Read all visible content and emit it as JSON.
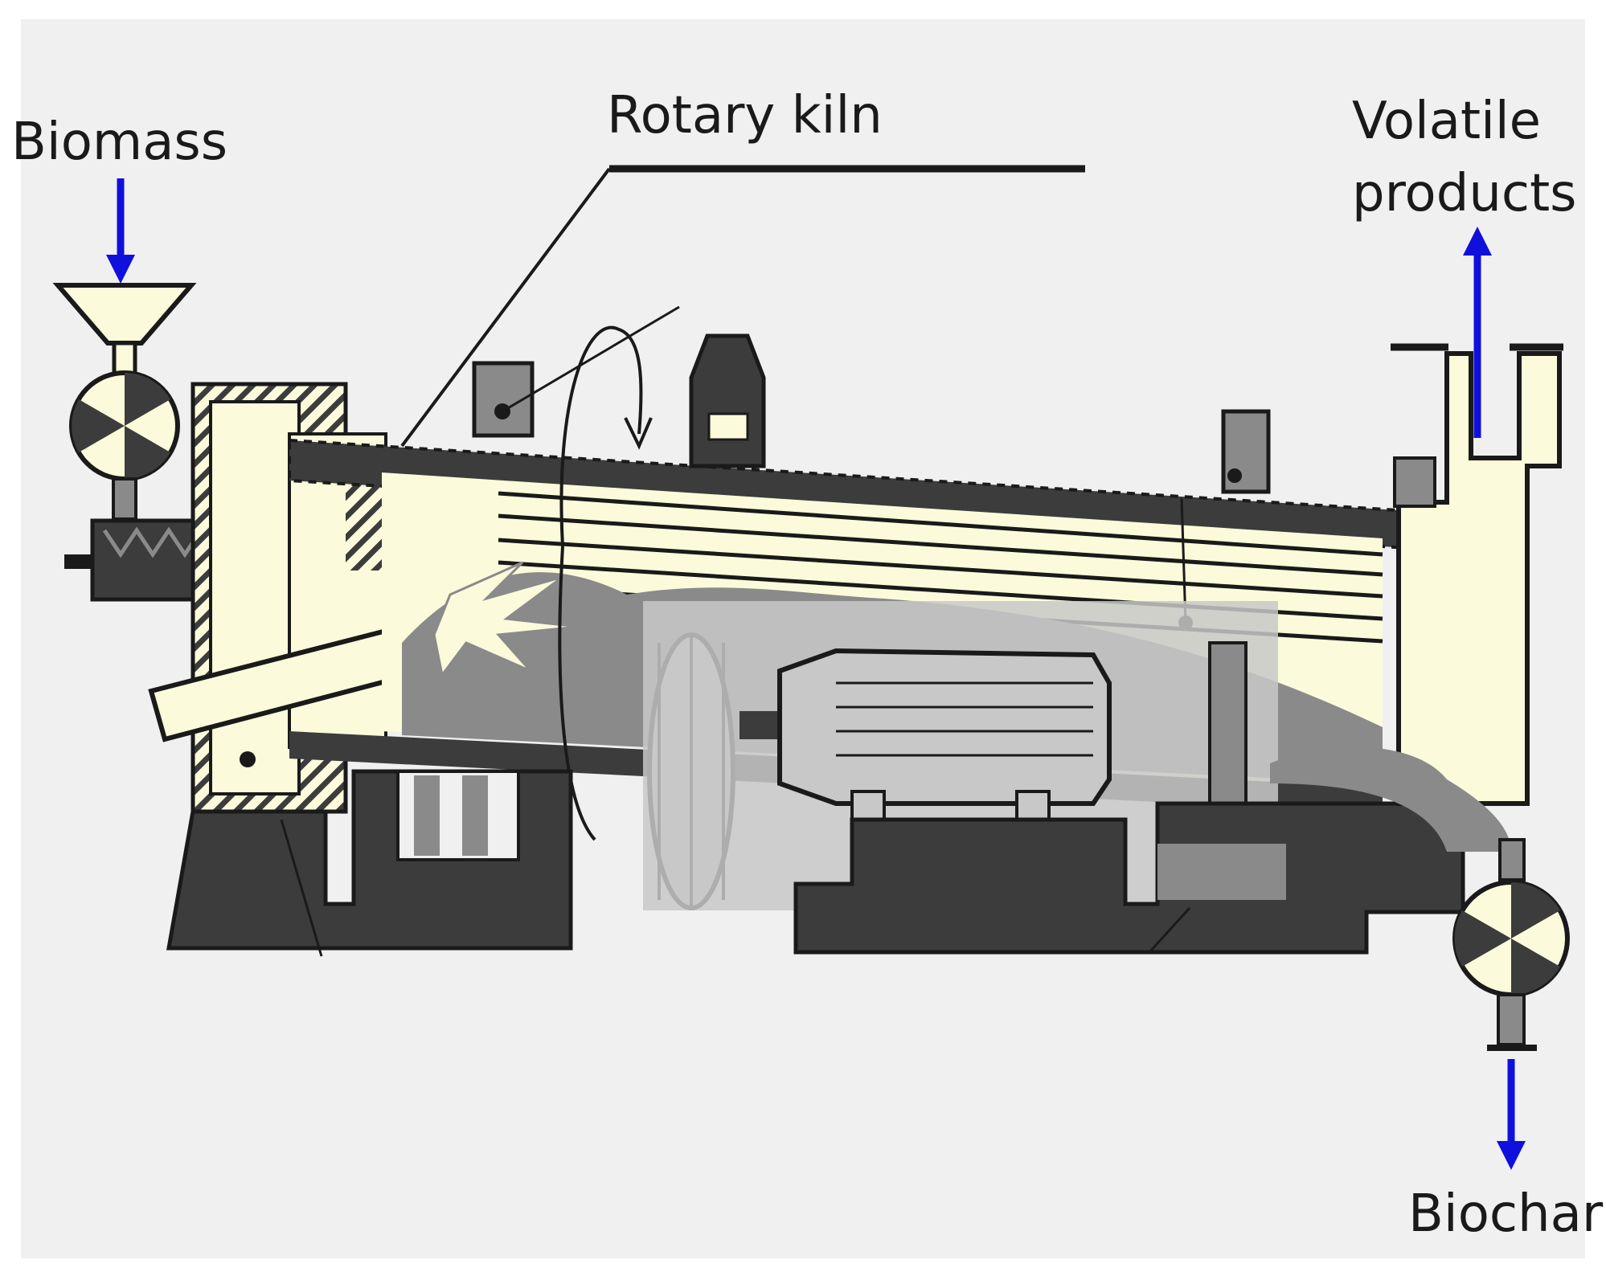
{
  "labels": {
    "biomass": "Biomass",
    "rotary_kiln": "Rotary kiln",
    "volatile_line1": "Volatile",
    "volatile_line2": "products",
    "biochar": "Biochar"
  },
  "colors": {
    "background": "#f0f0f0",
    "cream": "#fbfbdc",
    "dark": "#3c3c3c",
    "mid_grey": "#8a8a8a",
    "light_grey": "#c8c8c8",
    "arrow_blue": "#1010dd"
  }
}
